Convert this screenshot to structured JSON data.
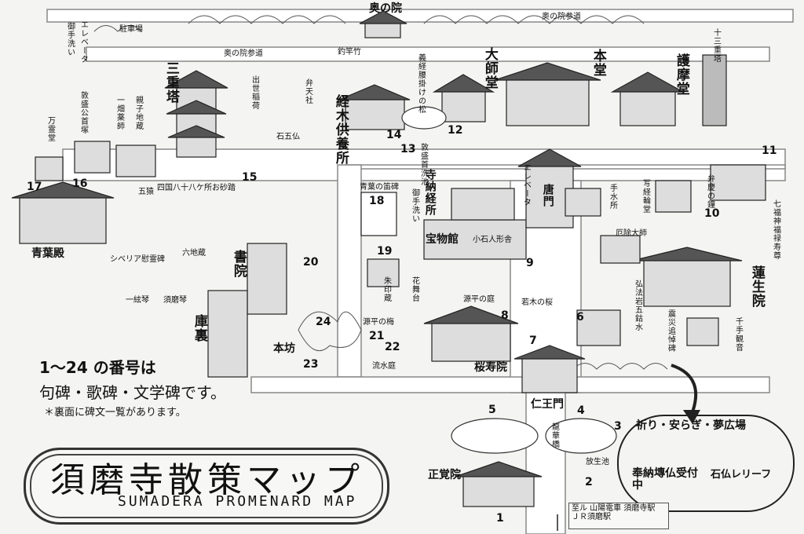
{
  "map": {
    "title_jp": "須磨寺散策マップ",
    "title_en": "SUMADERA PROMENARD MAP",
    "note_line1": "1〜24 の番号は",
    "note_line2": "句碑・歌碑・文学碑です。",
    "note_line3": "＊裏面に碑文一覧があります。",
    "labels": {
      "okunoin": "奥の院",
      "okunoin_sando_top": "奥の院参道",
      "okunoin_sando_left": "奥の院参道",
      "chushajo": "駐車場",
      "elevator_left": "エレベータ",
      "temizu_left": "御手洗い",
      "tsurizao": "釣竿竹",
      "koshikake": "義経腰掛けの松",
      "daishido": "大師堂",
      "hondo": "本堂",
      "gomado": "護摩堂",
      "juusantou": "十三重塔",
      "sanjunoto": "三重塔",
      "shusse_inari": "出世稲荷",
      "benzaiten": "弁天社",
      "gogobutsu": "石五仏",
      "kyoki_kuyosho": "経木供養所",
      "atsumori_kubiaraiike": "敦盛首洗池",
      "mandoudo": "万霊堂",
      "atsumori_kubizuka": "敦盛公首塚",
      "ippata_yakushi": "一畑薬師",
      "oyako_jizo": "親子地蔵",
      "gorin": "五猿",
      "shikoku88": "四国八十八ケ所お砂踏",
      "seiyoden": "青葉殿",
      "siberia": "シベリア慰霊碑",
      "rokujizo": "六地蔵",
      "shoin": "書院",
      "ichigenkin": "一絃琴",
      "sumakoto": "須磨琴",
      "kuri": "庫裏",
      "honbo": "本坊",
      "aoba_fuehi": "青葉の笛碑",
      "jinou_kyosho": "寺納経所",
      "temizu_mid": "御手洗い",
      "elevator_mid": "エレベータ",
      "karamon": "唐門",
      "temizusho": "手水所",
      "benkei_kane": "弁慶の鐘",
      "shakyo_rindo": "写経輪堂",
      "shichifukujin": "七福神福禄寿尊",
      "homotsukan": "宝物館",
      "koishi_ningyo": "小石人形舎",
      "yakuyoke": "厄除大師",
      "rengein": "蓮生院",
      "shuinkan": "朱印蔵",
      "hanabutai": "花舞台",
      "genpei_niwa": "源平の庭",
      "wakaki_sakura": "若木の桜",
      "genpei_ume": "源平の梅",
      "ryusuitei": "流水庭",
      "kobo_iwa": "弘法岩五鈷水",
      "shinsai_tsuito": "震災追悼碑",
      "senju_kannon": "千手観音",
      "shoju_in": "桜寿院",
      "niomon": "仁王門",
      "ryuge_bashi": "龍華橋",
      "hojoike": "放生池",
      "shogakuin": "正覚院",
      "inori_hiroba": "祈り・安らぎ・夢広場",
      "hono_sen": "奉納塼仏受付中",
      "sekibutsu": "石仏レリーフ",
      "station": "至ル 山陽電車 須磨寺駅 ＪＲ須磨駅"
    },
    "numbers": [
      "1",
      "2",
      "3",
      "4",
      "5",
      "6",
      "7",
      "8",
      "9",
      "10",
      "11",
      "12",
      "13",
      "14",
      "15",
      "16",
      "17",
      "18",
      "19",
      "20",
      "21",
      "22",
      "23",
      "24"
    ]
  }
}
